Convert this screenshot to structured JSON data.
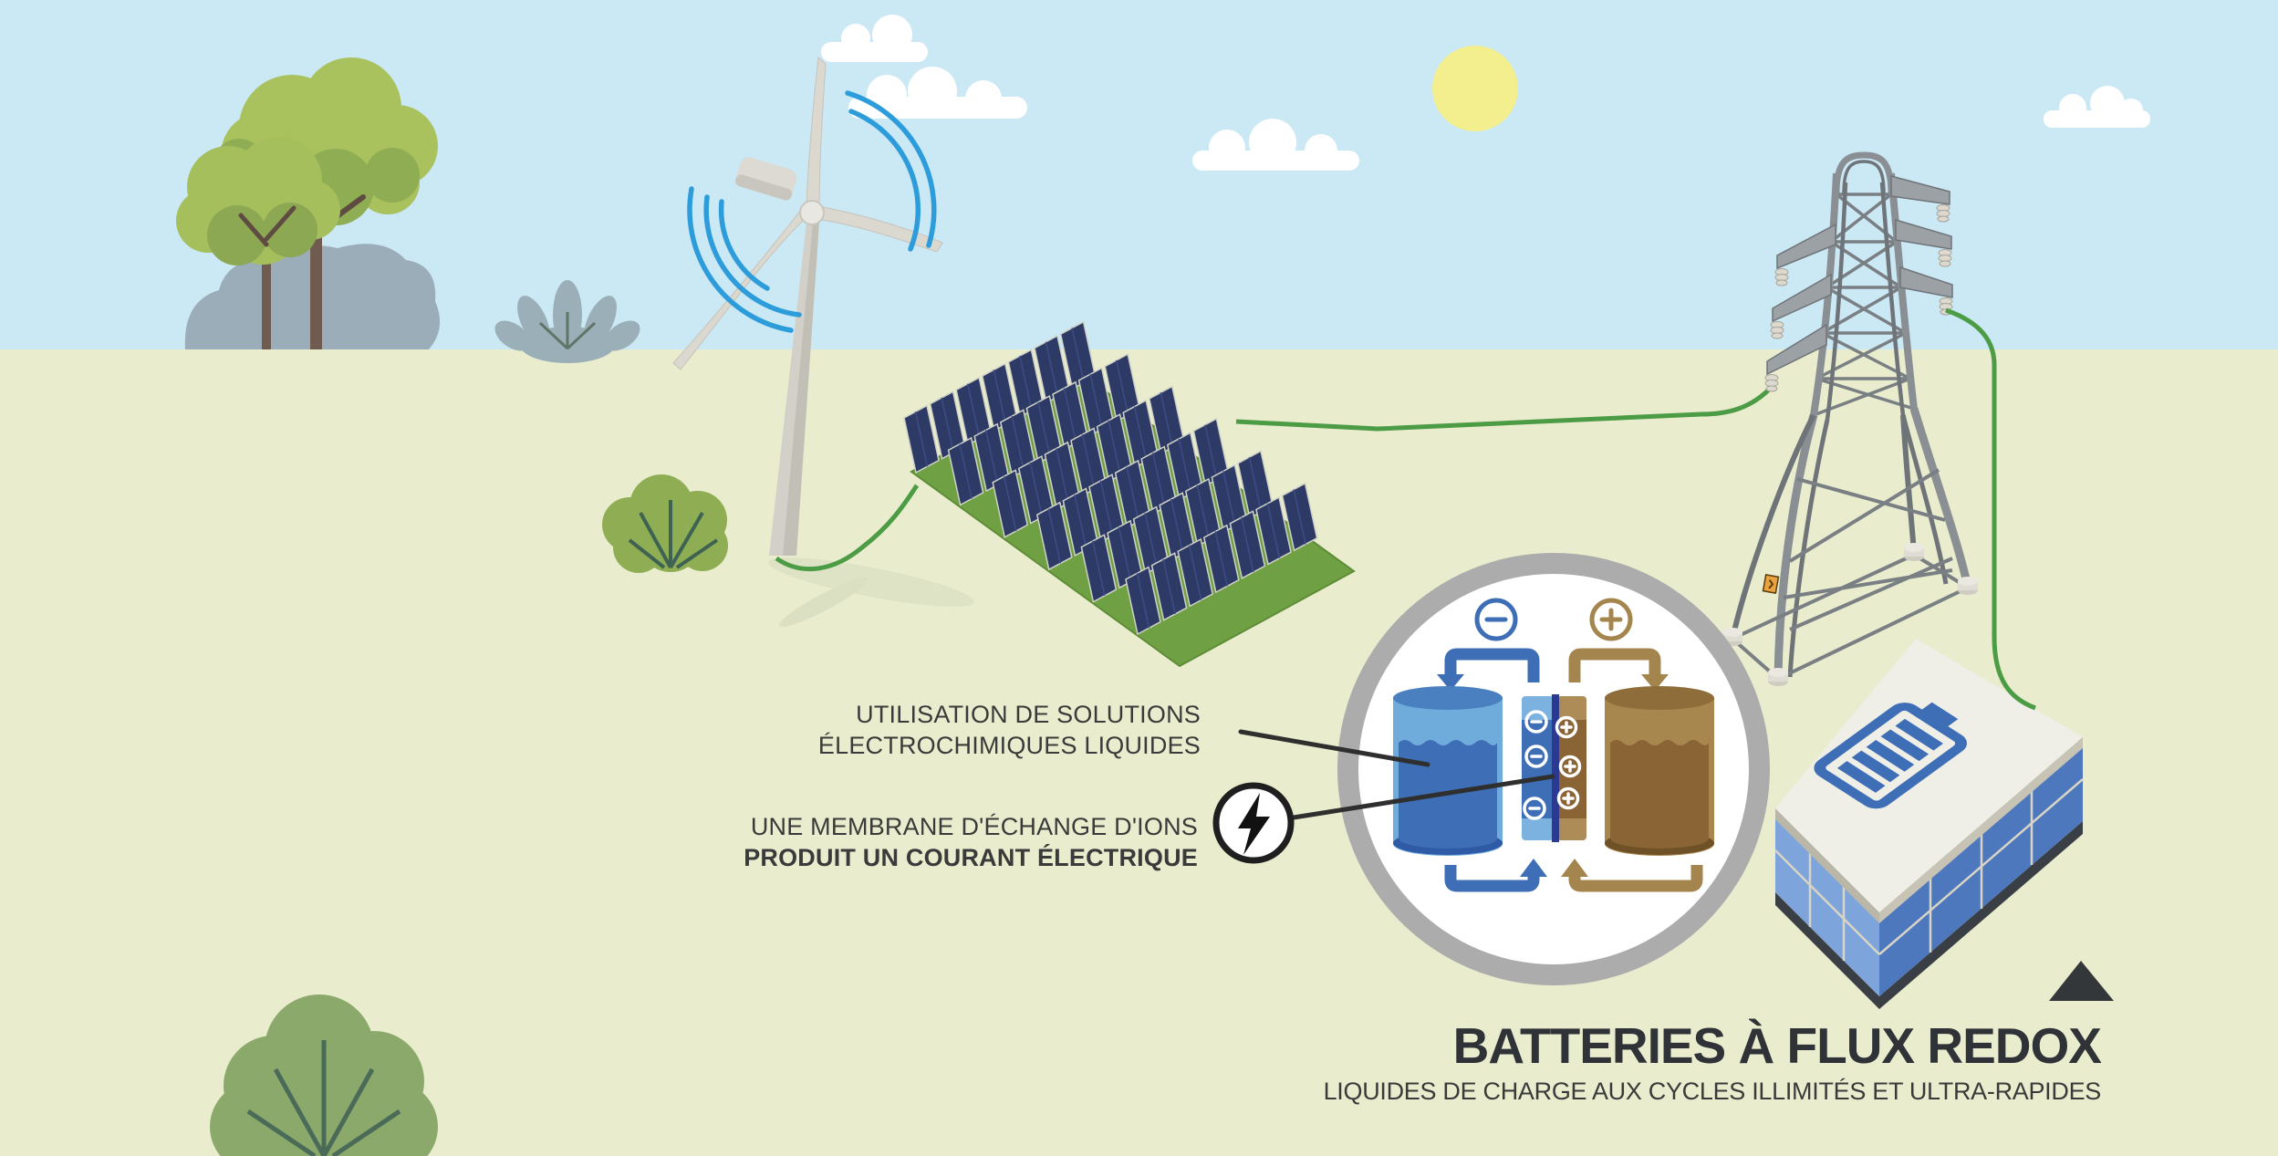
{
  "title_block": {
    "title": "BATTERIES À FLUX REDOX",
    "subtitle": "LIQUIDES DE CHARGE AUX CYCLES ILLIMITÉS ET ULTRA-RAPIDES"
  },
  "annotations": {
    "solutions": {
      "line1": "UTILISATION DE SOLUTIONS",
      "line2": "ÉLECTROCHIMIQUES LIQUIDES"
    },
    "membrane": {
      "line1": "UNE MEMBRANE D'ÉCHANGE D'IONS",
      "line2": "PRODUIT UN COURANT ÉLECTRIQUE"
    }
  },
  "diagram": {
    "negative_terminal": "−",
    "positive_terminal": "+",
    "anion_symbols": [
      "−",
      "−",
      "−"
    ],
    "cation_symbols": [
      "+",
      "+",
      "+"
    ]
  },
  "icons": {
    "lightning": "lightning-icon",
    "battery": "battery-icon",
    "minus_terminal": "minus-terminal-icon",
    "plus_terminal": "plus-terminal-icon",
    "anion": "anion-icon",
    "cation": "cation-icon",
    "up_triangle": "up-triangle-icon"
  },
  "colors": {
    "sky": "#CBE8F5",
    "ground": "#E9EDCD",
    "sun": "#F3EF8E",
    "accent_blue": "#3E6EB5",
    "light_blue": "#7CB2DF",
    "tank_blue": "#6FACDB",
    "accent_brown": "#8A6434",
    "light_brown": "#A8874F",
    "arrow_brown": "#A5854E",
    "membrane_navy": "#2B3990",
    "ring_gray": "#ACACAC",
    "wire_green": "#4C9B45",
    "panel_navy": "#2E3A66",
    "arc_blue": "#2D9CDB",
    "text_dark": "#3A3A3A"
  }
}
